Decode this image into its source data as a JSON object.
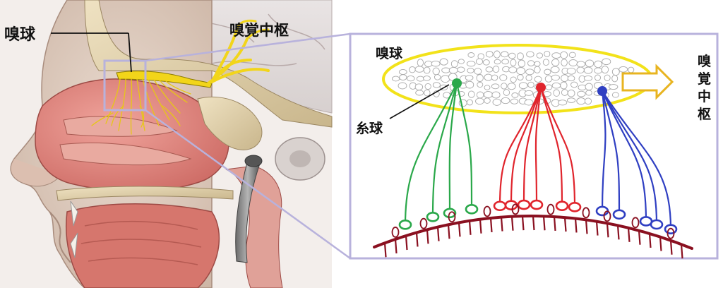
{
  "labels": {
    "bulb_left": "嗅球",
    "center_top": "嗅覚中枢",
    "bulb_inset": "嗅球",
    "glomerulus": "糸球",
    "center_vertical": [
      "嗅",
      "覚",
      "中",
      "枢"
    ]
  },
  "colors": {
    "nerve_yellow": "#f2d51a",
    "green_neuron": "#2aa84a",
    "red_neuron": "#e0242c",
    "blue_neuron": "#2f3fc2",
    "epithelium": "#8a1020",
    "inset_border": "#b8b2dc",
    "bulb_outline": "#f2e21a",
    "cell_outline": "#a9a9a9"
  }
}
